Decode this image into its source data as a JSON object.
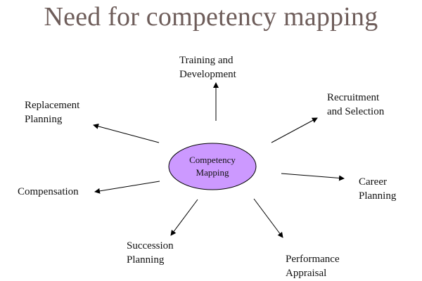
{
  "title": "Need for competency mapping",
  "center": {
    "line1": "Competency",
    "line2": "Mapping",
    "fill": "#cc99ff",
    "stroke": "#000000"
  },
  "nodes": {
    "training": {
      "line1": "Training and",
      "line2": "Development"
    },
    "recruitment": {
      "line1": "Recruitment",
      "line2": "and Selection"
    },
    "career": {
      "line1": "Career",
      "line2": "Planning"
    },
    "performance": {
      "line1": "Performance",
      "line2": "Appraisal"
    },
    "succession": {
      "line1": "Succession",
      "line2": "Planning"
    },
    "compensation": {
      "line1": "Compensation"
    },
    "replacement": {
      "line1": "Replacement",
      "line2": "Planning"
    }
  },
  "colors": {
    "title": "#6e5d5a",
    "arrow": "#000000"
  }
}
